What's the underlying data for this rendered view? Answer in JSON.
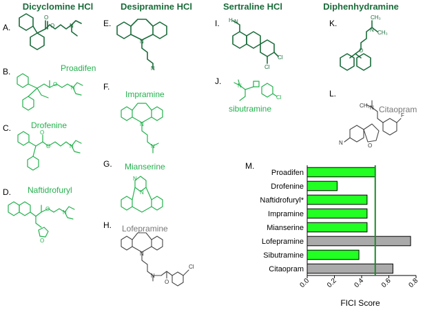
{
  "headers": [
    "Dicyclomine HCl",
    "Desipramine HCl",
    "Sertraline HCl",
    "Diphenhydramine"
  ],
  "panels": {
    "A": {
      "letter": "A.",
      "name": ""
    },
    "B": {
      "letter": "B.",
      "name": "Proadifen"
    },
    "C": {
      "letter": "C.",
      "name": "Drofenine"
    },
    "D": {
      "letter": "D.",
      "name": "Naftidrofuryl"
    },
    "E": {
      "letter": "E.",
      "name": ""
    },
    "F": {
      "letter": "F.",
      "name": "Impramine"
    },
    "G": {
      "letter": "G.",
      "name": "Mianserine"
    },
    "H": {
      "letter": "H.",
      "name": "Lofepramine"
    },
    "I": {
      "letter": "I.",
      "name": ""
    },
    "J": {
      "letter": "J.",
      "name": "sibutramine"
    },
    "K": {
      "letter": "K.",
      "name": ""
    },
    "L": {
      "letter": "L.",
      "name": "Citaopram"
    },
    "M": {
      "letter": "M.",
      "name": ""
    }
  },
  "atoms": {
    "N": "N",
    "H": "H",
    "O": "O",
    "Cl": "Cl",
    "F": "F",
    "NC": "N",
    "CH3": "CH₃",
    "CN": "N"
  },
  "colors": {
    "dark_green": "#1a6b3a",
    "light_green": "#22b14c",
    "gray": "#777777",
    "bar_green": "#22ff22",
    "bar_gray": "#aaaaaa",
    "threshold_line": "#1a8a2a"
  },
  "chart_data": {
    "type": "bar",
    "orientation": "horizontal",
    "categories": [
      "Proadifen",
      "Drofenine",
      "Naftidrofuryl*",
      "Impramine",
      "Mianserine",
      "Lofepramine",
      "Sibutramine",
      "Citaopram"
    ],
    "values": [
      0.5,
      0.22,
      0.44,
      0.44,
      0.44,
      0.76,
      0.38,
      0.63
    ],
    "bar_colors": [
      "green",
      "green",
      "green",
      "green",
      "green",
      "gray",
      "green",
      "gray"
    ],
    "threshold": 0.5,
    "xlabel": "FICI Score",
    "xlim": [
      0,
      0.8
    ],
    "xticks": [
      "0.0",
      "0.2",
      "0.4",
      "0.6",
      "0.8"
    ],
    "grid": false
  }
}
